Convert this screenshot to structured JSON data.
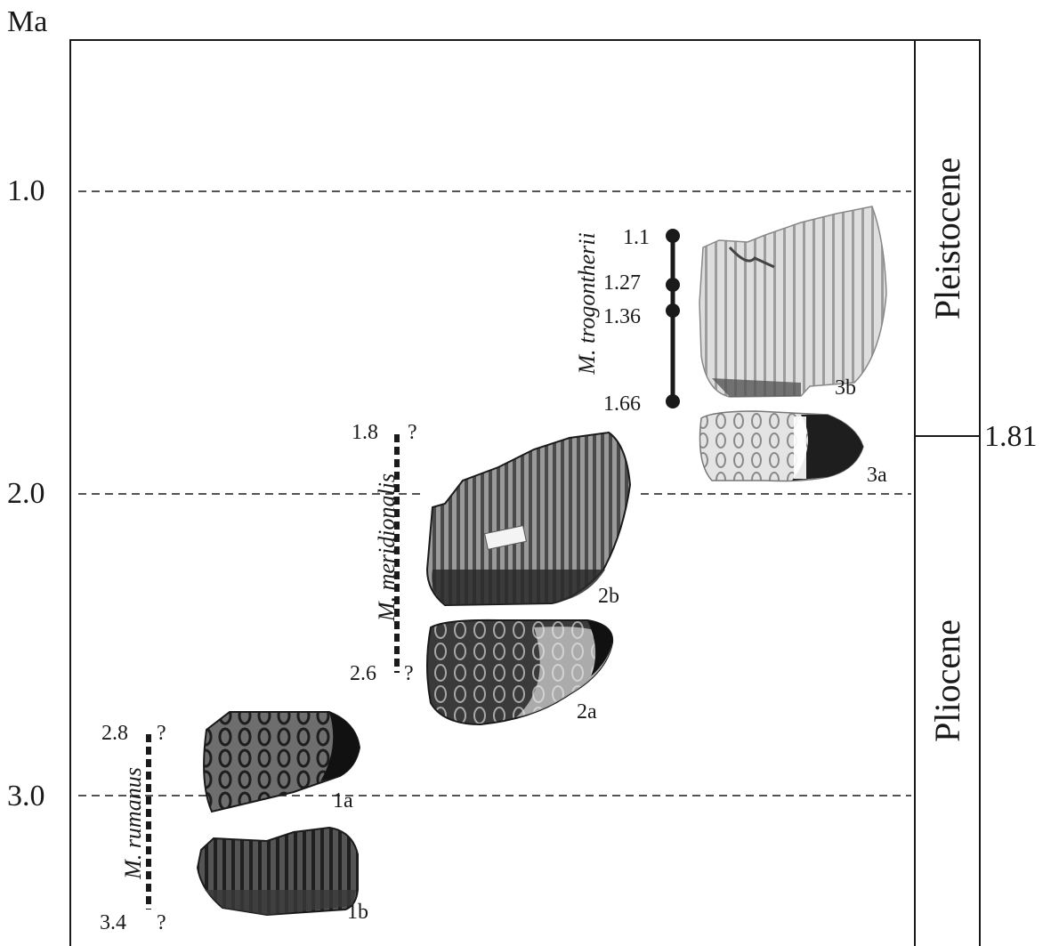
{
  "axis": {
    "unit": "Ma",
    "ticks": [
      "1.0",
      "2.0",
      "3.0"
    ]
  },
  "epochs": {
    "upper": "Pleistocene",
    "lower": "Pliocene",
    "boundary_label": "1.81"
  },
  "taxa": [
    {
      "name": "M. rumanus",
      "ages": [
        "2.8",
        "3.4"
      ],
      "uncertain_marks": [
        "?",
        "?"
      ],
      "specimens": [
        "1a",
        "1b"
      ]
    },
    {
      "name": "M. meridionalis",
      "ages": [
        "1.8",
        "2.6"
      ],
      "uncertain_marks": [
        "?",
        "?"
      ],
      "specimens": [
        "2a",
        "2b"
      ]
    },
    {
      "name": "M. trogontherii",
      "ages": [
        "1.1",
        "1.27",
        "1.36",
        "1.66"
      ],
      "specimens": [
        "3a",
        "3b"
      ]
    }
  ],
  "colors": {
    "line": "#1a1a1a",
    "tooth_dark": "#2b2b2b",
    "tooth_mid": "#6a6a6a",
    "tooth_light": "#d8d8d8"
  }
}
